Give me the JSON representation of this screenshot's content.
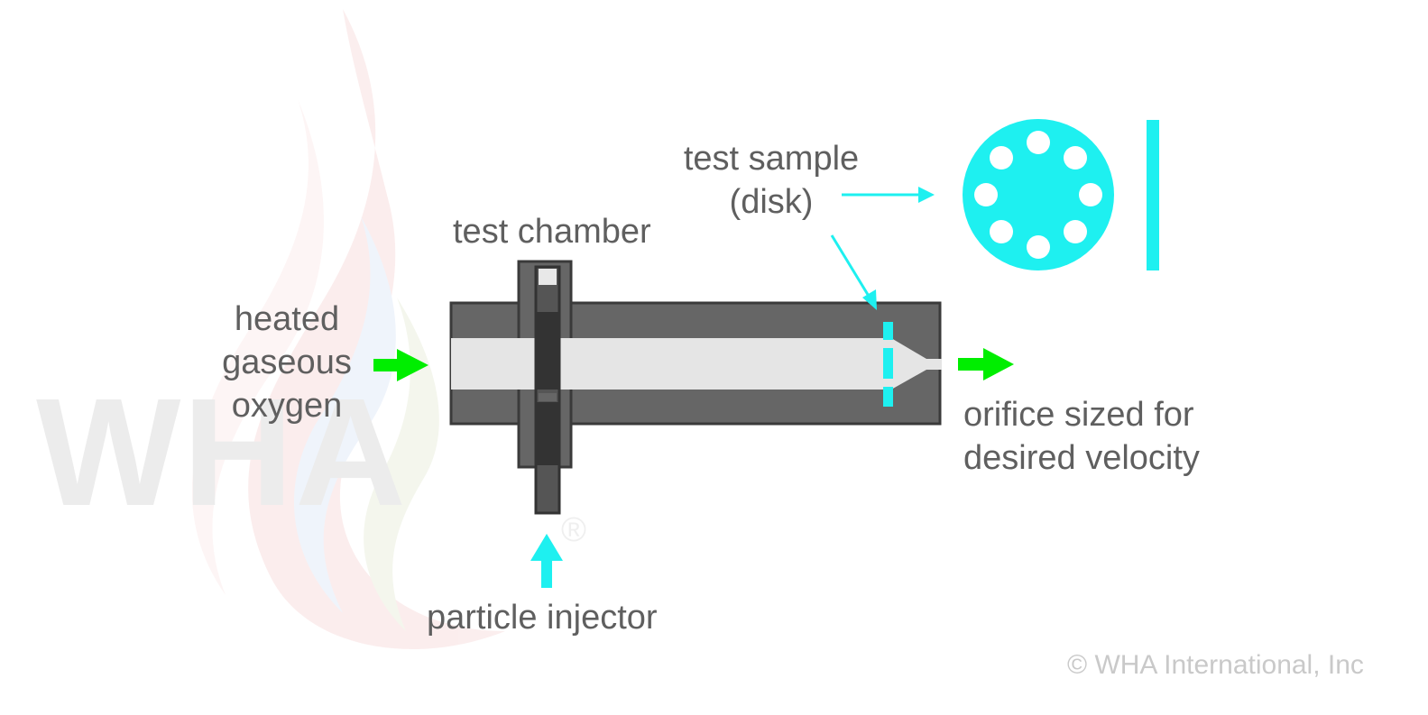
{
  "labels": {
    "test_chamber": "test chamber",
    "test_sample_line1": "test sample",
    "test_sample_line2": "(disk)",
    "heated_line1": "heated",
    "heated_line2": "gaseous",
    "heated_line3": "oxygen",
    "orifice_line1": "orifice sized for",
    "orifice_line2": "desired velocity",
    "particle_injector": "particle injector"
  },
  "watermark": {
    "logo_text": "WHA",
    "registered_mark": "®"
  },
  "copyright": "© WHA International, Inc",
  "colors": {
    "chamber_dark": "#666666",
    "chamber_outline": "#3a3a3a",
    "bore_light": "#e5e5e5",
    "injector_dark": "#333333",
    "flow_arrow": "#00ee00",
    "sample_cyan": "#1ef0f0",
    "label_text": "#5f5f5f",
    "copyright_text": "#c9c9c9"
  },
  "icons": {
    "inlet_arrow": "right-arrow-green",
    "outlet_arrow": "right-arrow-green",
    "injector_arrow": "up-arrow-cyan"
  }
}
